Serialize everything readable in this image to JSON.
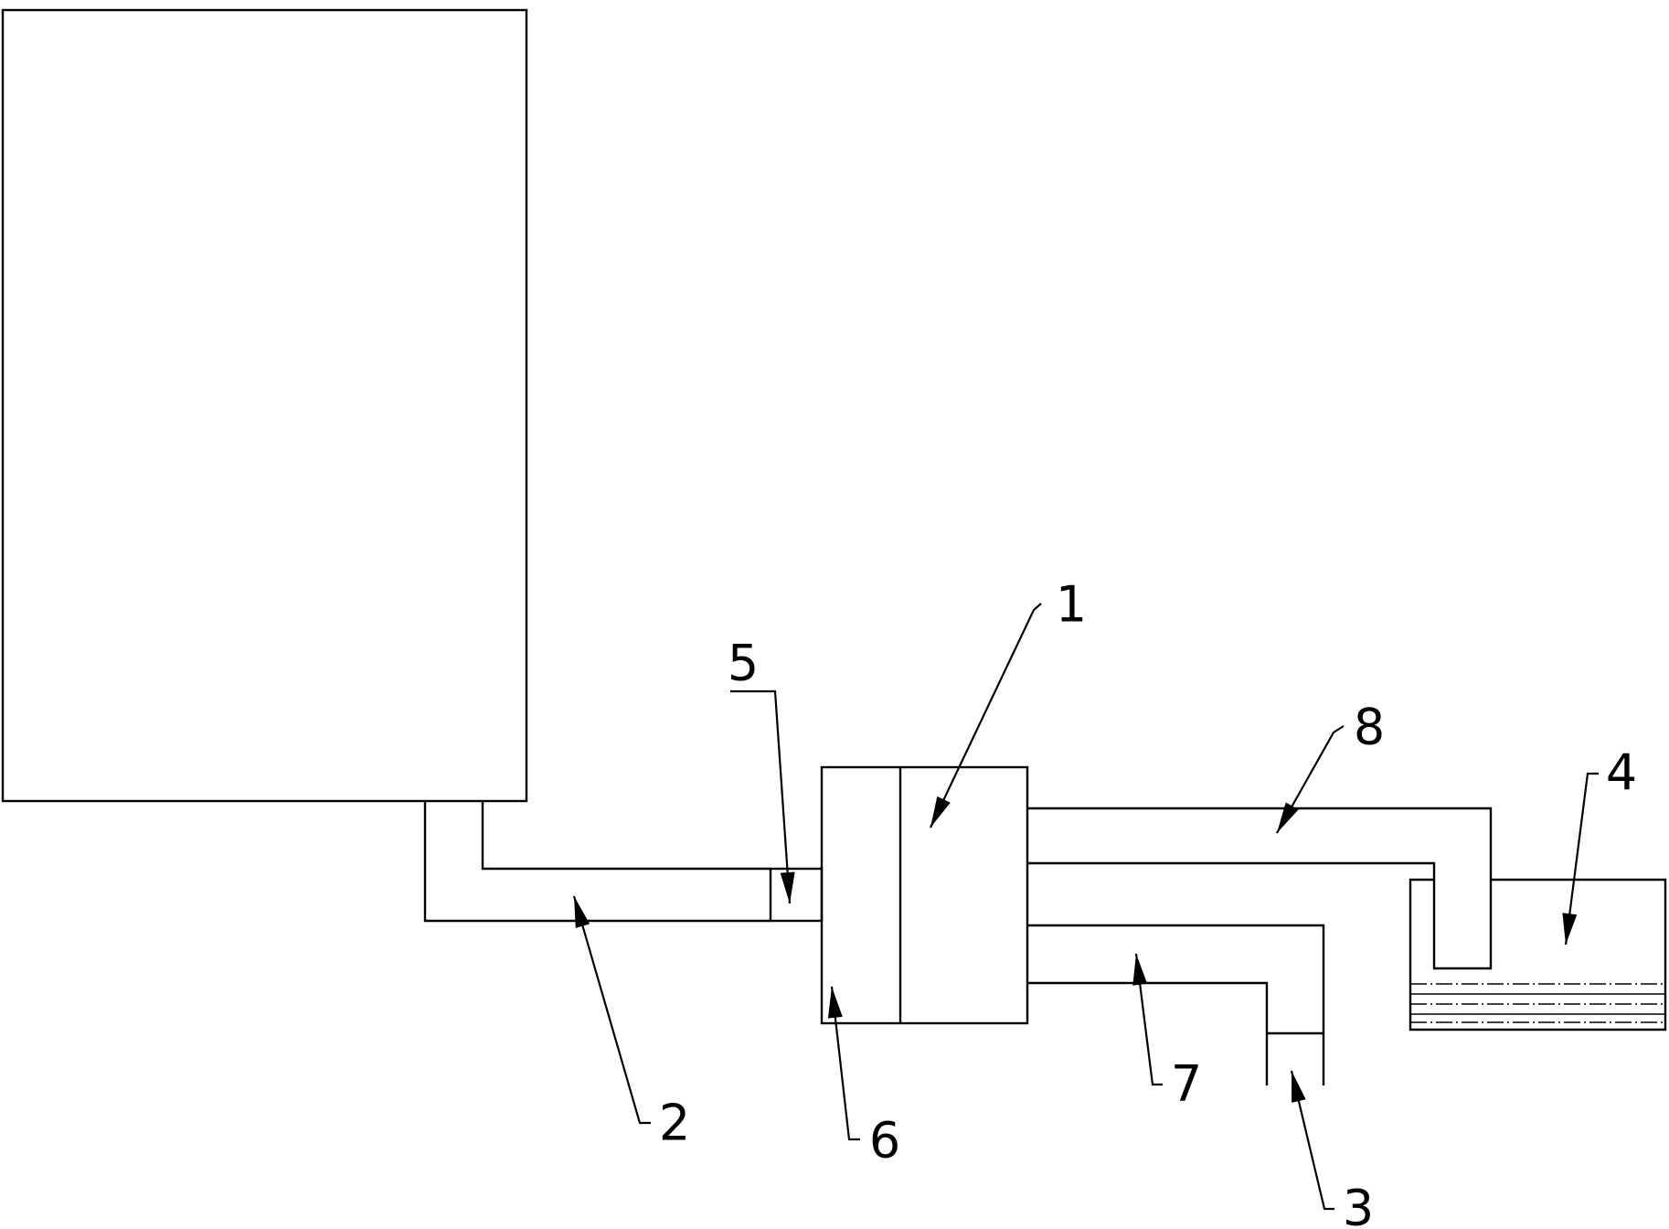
{
  "labels": {
    "1": "1",
    "2": "2",
    "3": "3",
    "4": "4",
    "5": "5",
    "6": "6",
    "7": "7",
    "8": "8"
  },
  "colors": {
    "line": "#000000",
    "background": "#ffffff"
  }
}
